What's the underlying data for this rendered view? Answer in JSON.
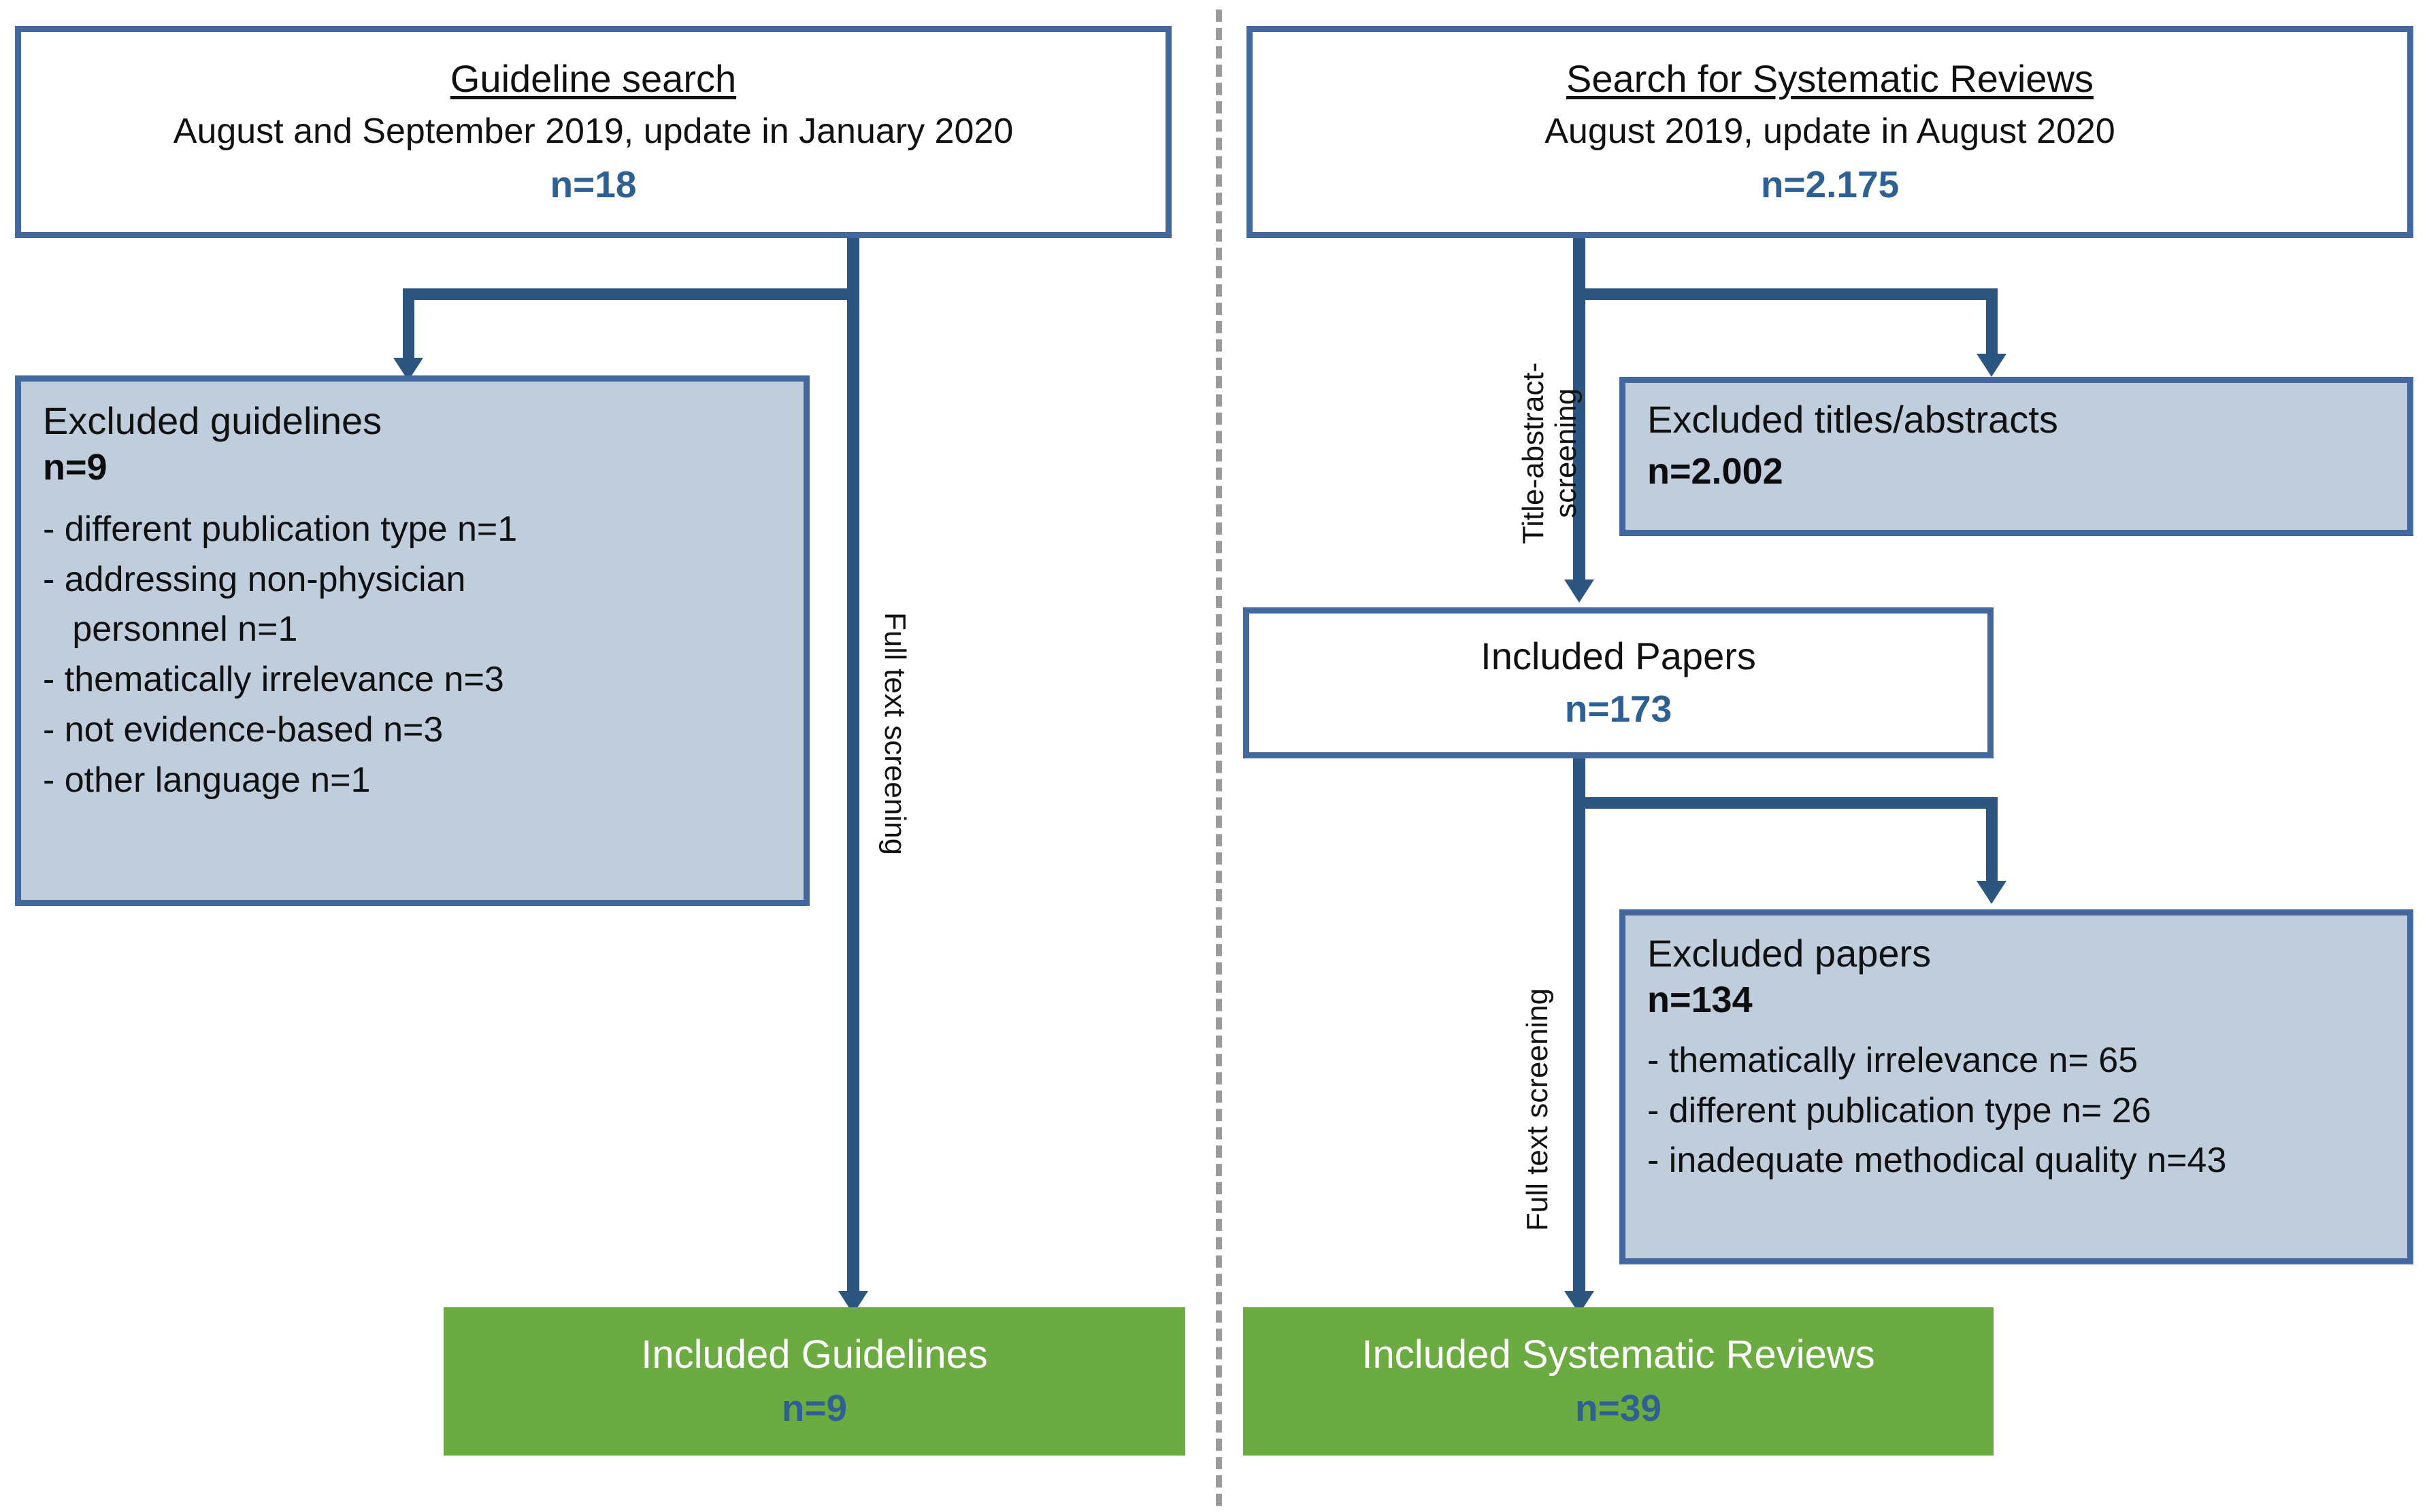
{
  "colors": {
    "border_blue": "#42689e",
    "connector_blue": "#2c5680",
    "shaded_fill": "#c0cddd",
    "green_fill": "#6cab42",
    "accent_number": "#2e6093",
    "divider_gray": "#9b9b9b"
  },
  "left_column": {
    "header": {
      "title": "Guideline search",
      "subtitle": "August and September 2019, update in January 2020",
      "count": "n=18"
    },
    "excluded": {
      "title": "Excluded guidelines",
      "count": "n=9",
      "reasons": [
        "- different publication type n=1",
        "- addressing non-physician",
        "   personnel n=1",
        "- thematically irrelevance n=3",
        "- not evidence-based n=3",
        "- other language n=1"
      ]
    },
    "screening_label": "Full text screening",
    "result": {
      "title": "Included Guidelines",
      "count": "n=9"
    }
  },
  "right_column": {
    "header": {
      "title": "Search for Systematic Reviews",
      "subtitle": "August 2019, update in August 2020",
      "count": "n=2.175"
    },
    "title_abstract_label_line1": "Title-abstract-",
    "title_abstract_label_line2": "screening",
    "excluded_titles": {
      "title": "Excluded titles/abstracts",
      "count": "n=2.002"
    },
    "included_papers": {
      "title": "Included Papers",
      "count": "n=173"
    },
    "full_text_label": "Full text screening",
    "excluded_papers": {
      "title": "Excluded papers",
      "count": "n=134",
      "reasons": [
        "- thematically irrelevance n= 65",
        "- different publication type n= 26",
        "- inadequate methodical quality n=43"
      ]
    },
    "result": {
      "title": "Included Systematic Reviews",
      "count": "n=39"
    }
  }
}
